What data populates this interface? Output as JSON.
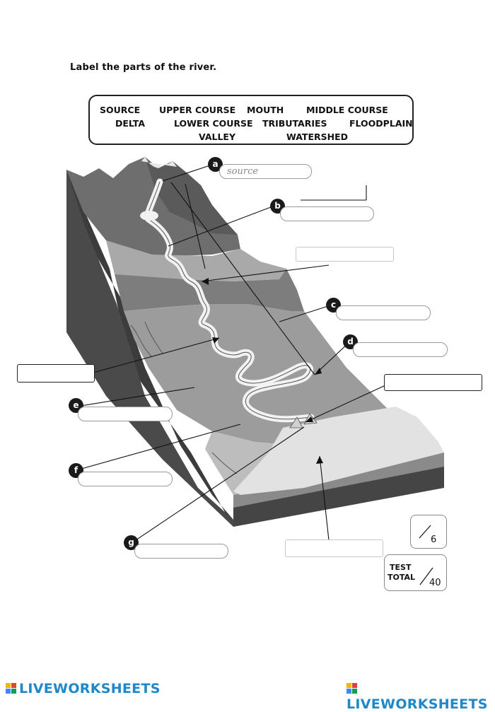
{
  "instruction": "Label the parts of the river.",
  "word_bank": [
    "SOURCE",
    "UPPER COURSE",
    "MOUTH",
    "MIDDLE COURSE",
    "DELTA",
    "LOWER COURSE",
    "TRIBUTARIES",
    "FLOODPLAIN",
    "VALLEY",
    "WATERSHED"
  ],
  "labels": {
    "a": "a",
    "b": "b",
    "c": "c",
    "d": "d",
    "e": "e",
    "f": "f",
    "g": "g"
  },
  "answers": {
    "a": "source"
  },
  "score": {
    "total": "6",
    "test_label_1": "TEST",
    "test_label_2": "TOTAL",
    "test_total": "40"
  },
  "logo": "LIVEWORKSHEETS"
}
